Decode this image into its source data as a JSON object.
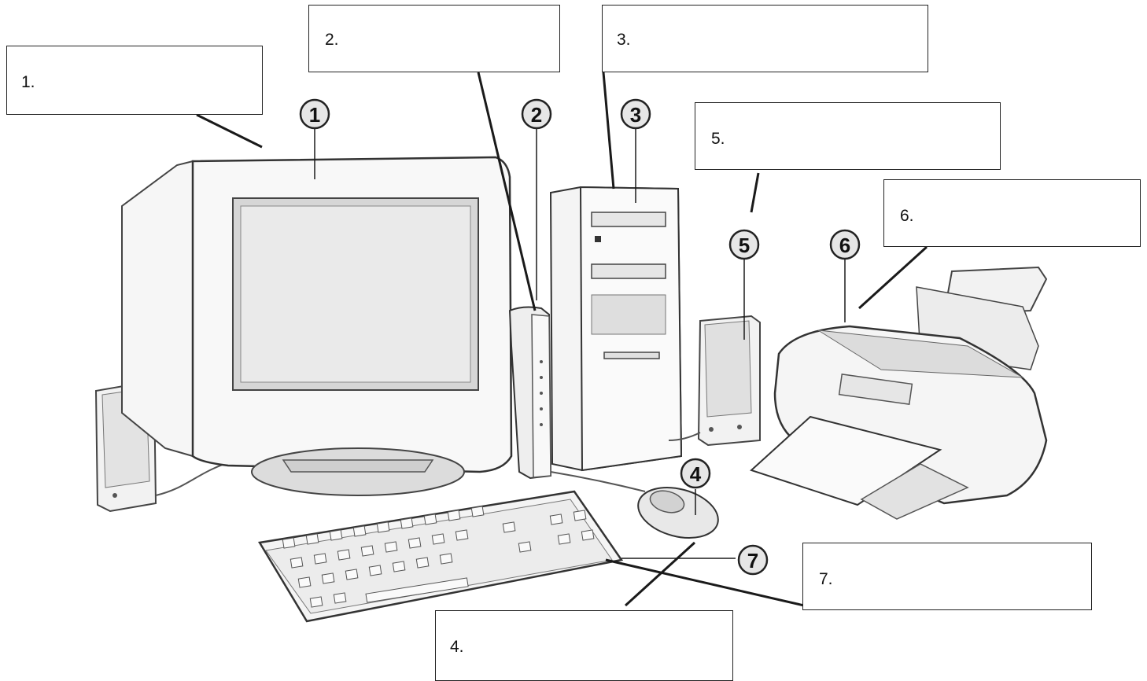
{
  "labels": {
    "box1": "1.",
    "box2": "2.",
    "box3": "3.",
    "box4": "4.",
    "box5": "5.",
    "box6": "6.",
    "box7": "7."
  },
  "badges": {
    "n1": "1",
    "n2": "2",
    "n3": "3",
    "n4": "4",
    "n5": "5",
    "n6": "6",
    "n7": "7"
  },
  "colors": {
    "line": "#1a1a1a",
    "device_fill": "#f4f4f4",
    "device_shade": "#d9d9d9",
    "badge_fill": "#e6e6e6"
  }
}
